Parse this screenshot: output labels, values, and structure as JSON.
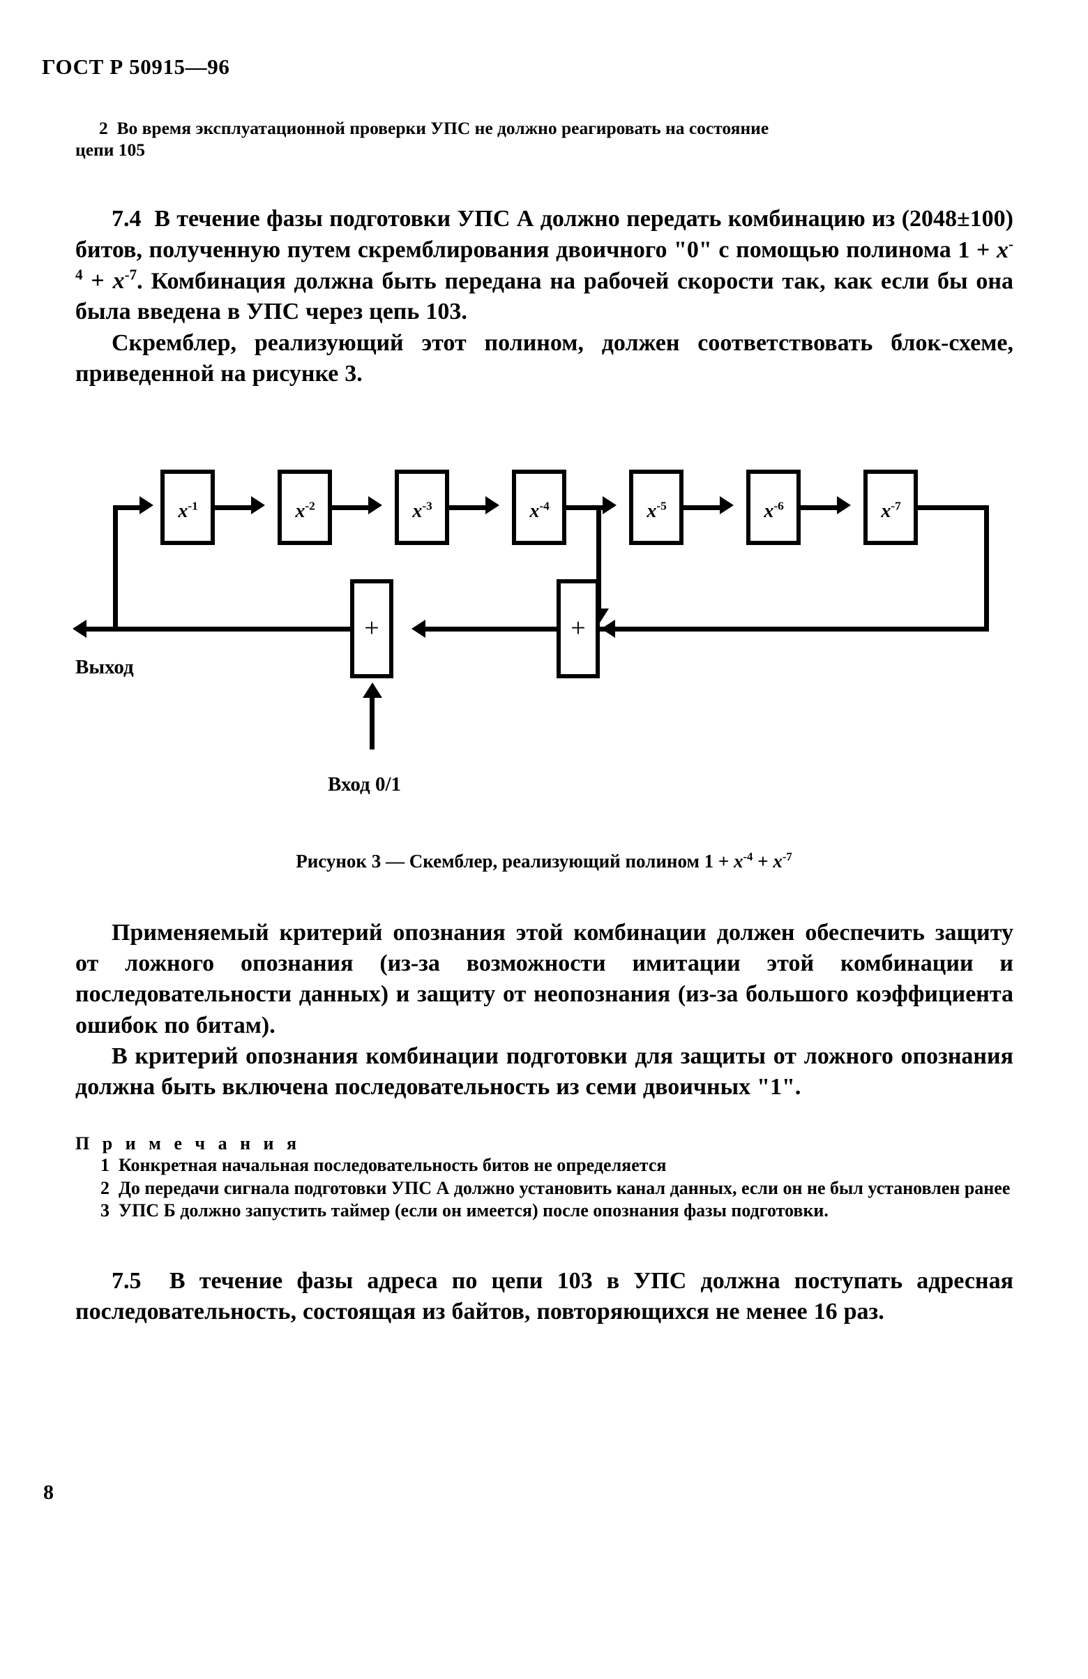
{
  "header": {
    "standard_code": "ГОСТ Р 50915—96"
  },
  "top_note": {
    "number": "2",
    "line1": "Во время эксплуатационной проверки УПС не должно реагировать на состояние",
    "line2": "цепи 105"
  },
  "clause_74": {
    "number": "7.4",
    "text_before_poly": "В течение фазы подготовки УПС А должно передать комбинацию из (2048±100) битов, полученную путем скремблирования двоичного \"0\" с помощью полинома",
    "poly": {
      "one": "1",
      "plus1": "+",
      "var1": "x",
      "exp1": "-4",
      "plus2": "+",
      "var2": "x",
      "exp2": "-7"
    },
    "text_after_poly": ". Комбинация должна быть передана на рабочей скорости так, как если бы она была введена в УПС через цепь 103."
  },
  "clause_74_b": {
    "text": "Скремблер, реализующий этот полином, должен соответствовать блок-схеме, приведенной на рисунке 3."
  },
  "figure": {
    "registers": [
      {
        "var": "x",
        "exp": "-1"
      },
      {
        "var": "x",
        "exp": "-2"
      },
      {
        "var": "x",
        "exp": "-3"
      },
      {
        "var": "x",
        "exp": "-4"
      },
      {
        "var": "x",
        "exp": "-5"
      },
      {
        "var": "x",
        "exp": "-6"
      },
      {
        "var": "x",
        "exp": "-7"
      }
    ],
    "adder_symbol": "+",
    "output_label": "Выход",
    "input_label": "Вход 0/1",
    "caption": {
      "prefix": "Рисунок 3 — Скемблер, реализующий полином",
      "one": "1",
      "plus1": "+",
      "var1": "x",
      "exp1": "-4",
      "plus2": "+",
      "var2": "x",
      "exp2": "-7"
    }
  },
  "clause_74_c": {
    "text": "Применяемый критерий опознания этой комбинации должен обеспечить защиту от ложного опознания (из-за возможности имитации этой комбинации и последовательности данных) и защиту от неопознания (из-за большого коэффициента ошибок по битам)."
  },
  "clause_74_d": {
    "text": "В критерий опознания комбинации подготовки для защиты от ложного опознания должна быть включена последовательность из семи двоичных \"1\"."
  },
  "notes": {
    "title": "П р и м е ч а н и я",
    "items": [
      {
        "number": "1",
        "text": "Конкретная начальная последовательность битов не определяется"
      },
      {
        "number": "2",
        "text": "До передачи сигнала подготовки УПС А должно установить канал данных, если он не был установлен ранее"
      },
      {
        "number": "3",
        "text": "УПС Б должно запустить таймер (если он имеется) после опознания фазы подготовки."
      }
    ]
  },
  "clause_75": {
    "number": "7.5",
    "text": "В течение фазы адреса по цепи 103 в УПС должна поступать адресная последовательность, состоящая из байтов, повторяющихся не менее 16 раз."
  },
  "footer": {
    "page_number": "8"
  },
  "colors": {
    "ink": "#000000",
    "paper": "#ffffff"
  }
}
